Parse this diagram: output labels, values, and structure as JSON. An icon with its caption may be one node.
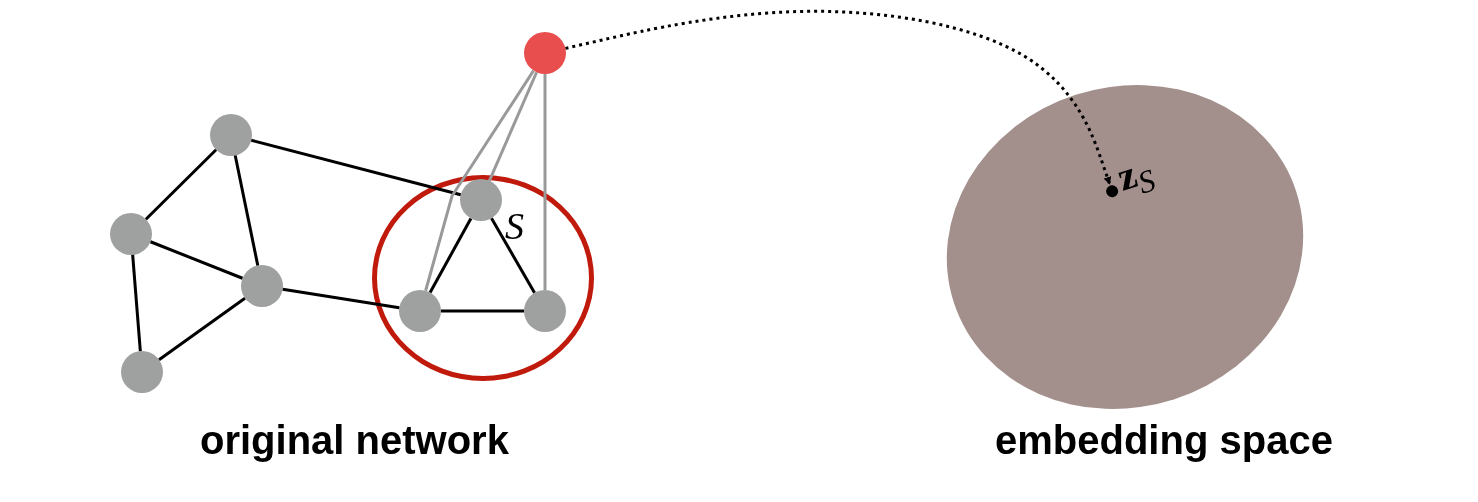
{
  "diagram": {
    "nodes": [
      {
        "text": [],
        "shape": "circle"
      },
      {
        "text": [],
        "shape": "circle"
      },
      {
        "text": [],
        "shape": "circle"
      },
      {
        "text": [],
        "shape": "circle"
      },
      {
        "text": [
          "S"
        ]
      },
      {
        "text": [],
        "shape": "circle",
        "in": 4
      },
      {
        "text": [],
        "shape": "circle",
        "in": 4
      },
      {
        "text": [],
        "shape": "circle",
        "in": 4
      },
      {
        "text": [],
        "shape": "circle"
      },
      {
        "text": [],
        "shape": "ellipse"
      },
      {
        "text": [],
        "shape": "circle",
        "in": 9,
        "beside": [
          "**z**$_{S}$"
        ]
      }
    ],
    "edges": [
      {
        "from": 0,
        "to": 1,
        "arrow": "none"
      },
      {
        "from": 0,
        "to": 2,
        "arrow": "none"
      },
      {
        "from": 1,
        "to": 2,
        "arrow": "none"
      },
      {
        "from": 1,
        "to": 3,
        "arrow": "none"
      },
      {
        "from": 3,
        "to": 2,
        "arrow": "none"
      },
      {
        "from": 0,
        "to": 5,
        "arrow": "none"
      },
      {
        "from": 2,
        "to": 6,
        "arrow": "none"
      },
      {
        "from": 5,
        "to": 6,
        "arrow": "none"
      },
      {
        "from": 5,
        "to": 7,
        "arrow": "none"
      },
      {
        "from": 6,
        "to": 7,
        "arrow": "none"
      },
      {
        "from": 8,
        "to": 5,
        "arrow": "none",
        "color": "#999999"
      },
      {
        "from": 8,
        "to": 6,
        "arrow": "none",
        "color": "#999999"
      },
      {
        "from": 8,
        "to": 7,
        "arrow": "none",
        "color": "#999999"
      },
      {
        "from": 8,
        "to": 10,
        "arrow": "to",
        "style": "dashed"
      }
    ],
    "labels": [
      "original network",
      "embedding space"
    ]
  }
}
